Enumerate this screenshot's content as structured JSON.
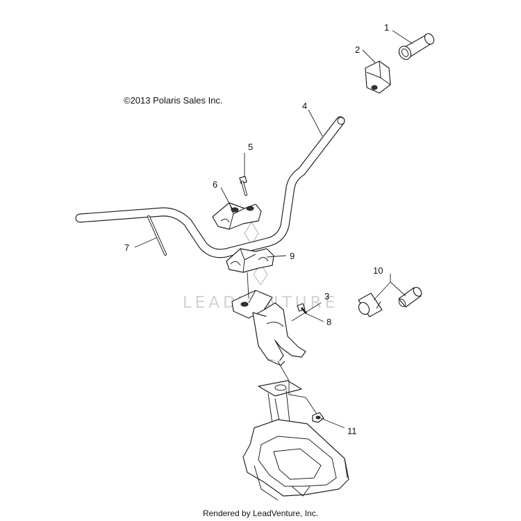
{
  "copyright": "©2013 Polaris Sales Inc.",
  "footer": "Rendered by LeadVenture, Inc.",
  "watermark": "LEADVENTURE",
  "callouts": [
    "1",
    "2",
    "3",
    "4",
    "5",
    "6",
    "7",
    "8",
    "9",
    "10",
    "11"
  ]
}
